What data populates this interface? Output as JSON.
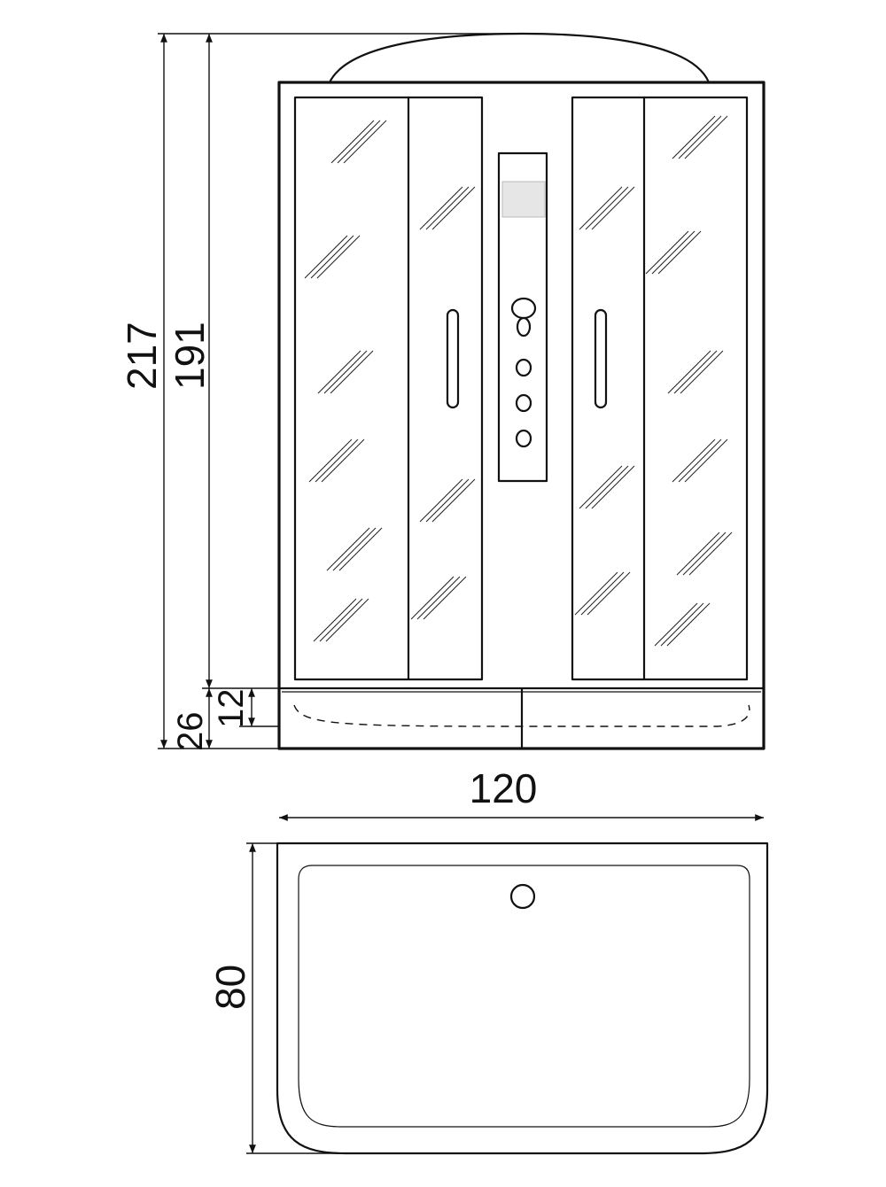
{
  "dimensions": {
    "total_height": "217",
    "cabin_height": "191",
    "tray_height": "26",
    "tray_panel_height": "12",
    "width": "120",
    "depth": "80"
  },
  "colors": {
    "line": "#111111",
    "display": "#e6e6e6"
  }
}
